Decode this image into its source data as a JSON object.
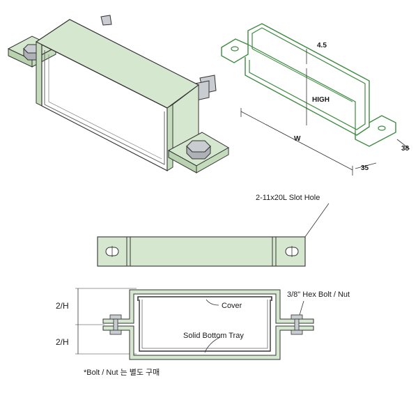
{
  "colors": {
    "fill": "#d5e8cf",
    "fill_dark": "#b9d3b1",
    "green_stroke": "#3c8a3f",
    "stroke": "#333333",
    "metal": "#c9ccd0"
  },
  "dims_3d": {
    "top": "4.5",
    "high": "HIGH",
    "width": "W",
    "flange": "35",
    "depth": "38"
  },
  "labels": {
    "slot_hole": "2-11x20L Slot Hole",
    "cover": "Cover",
    "hex_bolt": "3/8\" Hex Bolt / Nut",
    "tray": "Solid Bottom Tray",
    "half_h_top": "2/H",
    "half_h_bottom": "2/H"
  },
  "note": "*Bolt / Nut 는 별도 구매"
}
